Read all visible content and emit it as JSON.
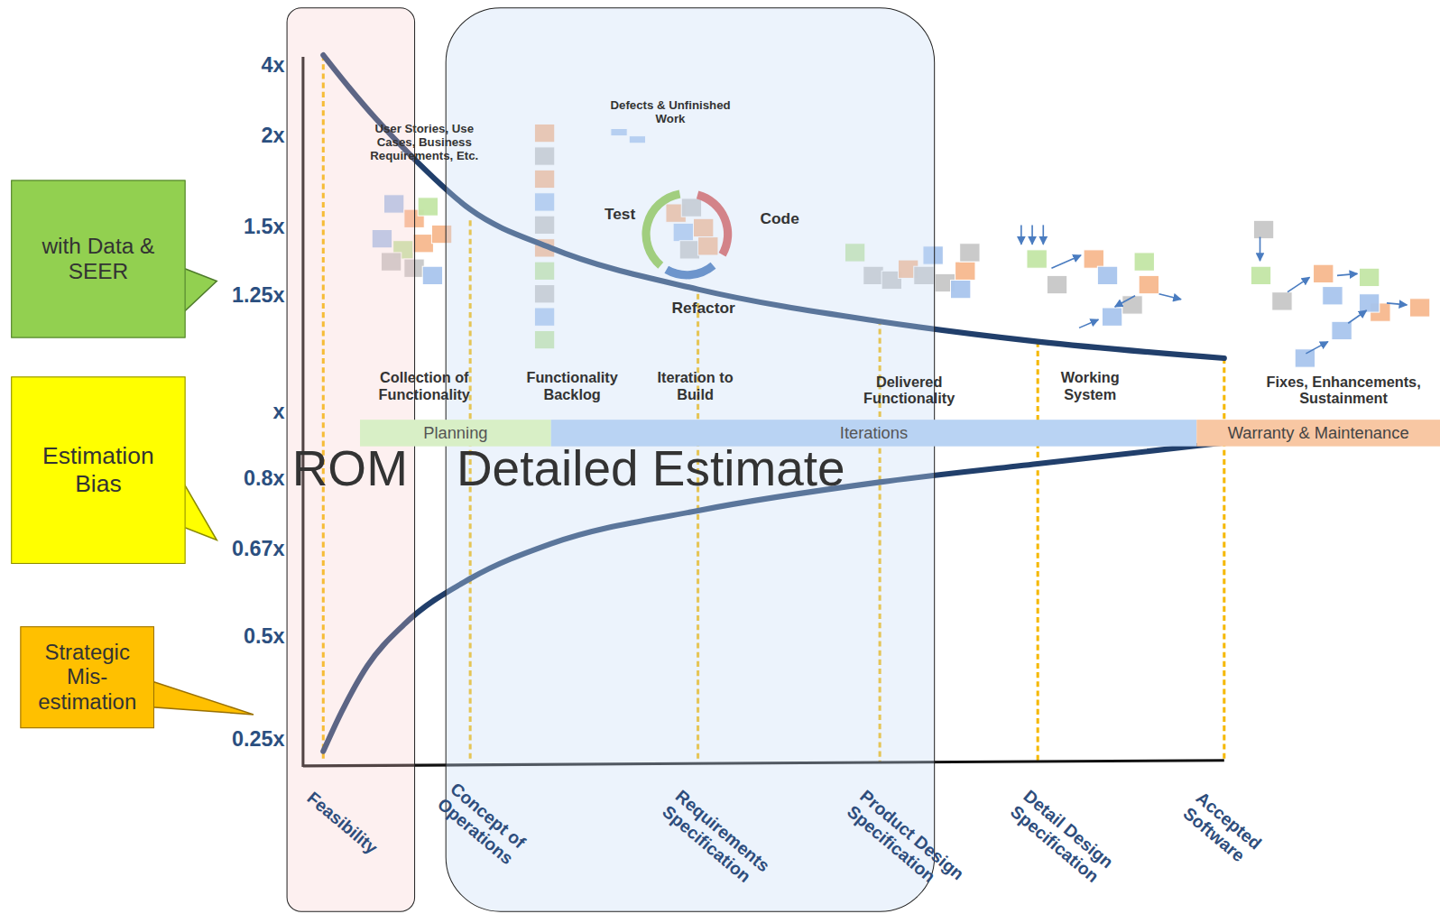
{
  "diagram": {
    "nodes": [
      {
        "text": [
          "with Data & SEER"
        ]
      },
      {
        "text": [
          "Estimation Bias"
        ]
      },
      {
        "text": [
          "Strategic Mis-estimation"
        ]
      },
      {
        "text": [
          "ROM"
        ]
      },
      {
        "text": [
          "Detailed Estimate"
        ]
      },
      {
        "text": [
          "Planning"
        ]
      },
      {
        "text": [
          "Iterations"
        ]
      },
      {
        "text": [
          "Warranty & Maintenance"
        ]
      }
    ],
    "labels": [
      "4x",
      "2x",
      "1.5x",
      "1.25x",
      "x",
      "0.8x",
      "0.67x",
      "0.5x",
      "0.25x",
      "User Stories, Use Cases, Business Requirements, Etc.",
      "Defects & Unfinished Work",
      "Test",
      "Code",
      "Refactor",
      "Collection of Functionality",
      "Functionality Backlog",
      "Iteration to Build",
      "Delivered Functionality",
      "Working System",
      "Fixes, Enhancements, Sustainment",
      "Feasibility",
      "Concept of Operations",
      "Requirements Specification",
      "Product Design Specification",
      "Detail Design Specification",
      "Accepted Software"
    ]
  }
}
